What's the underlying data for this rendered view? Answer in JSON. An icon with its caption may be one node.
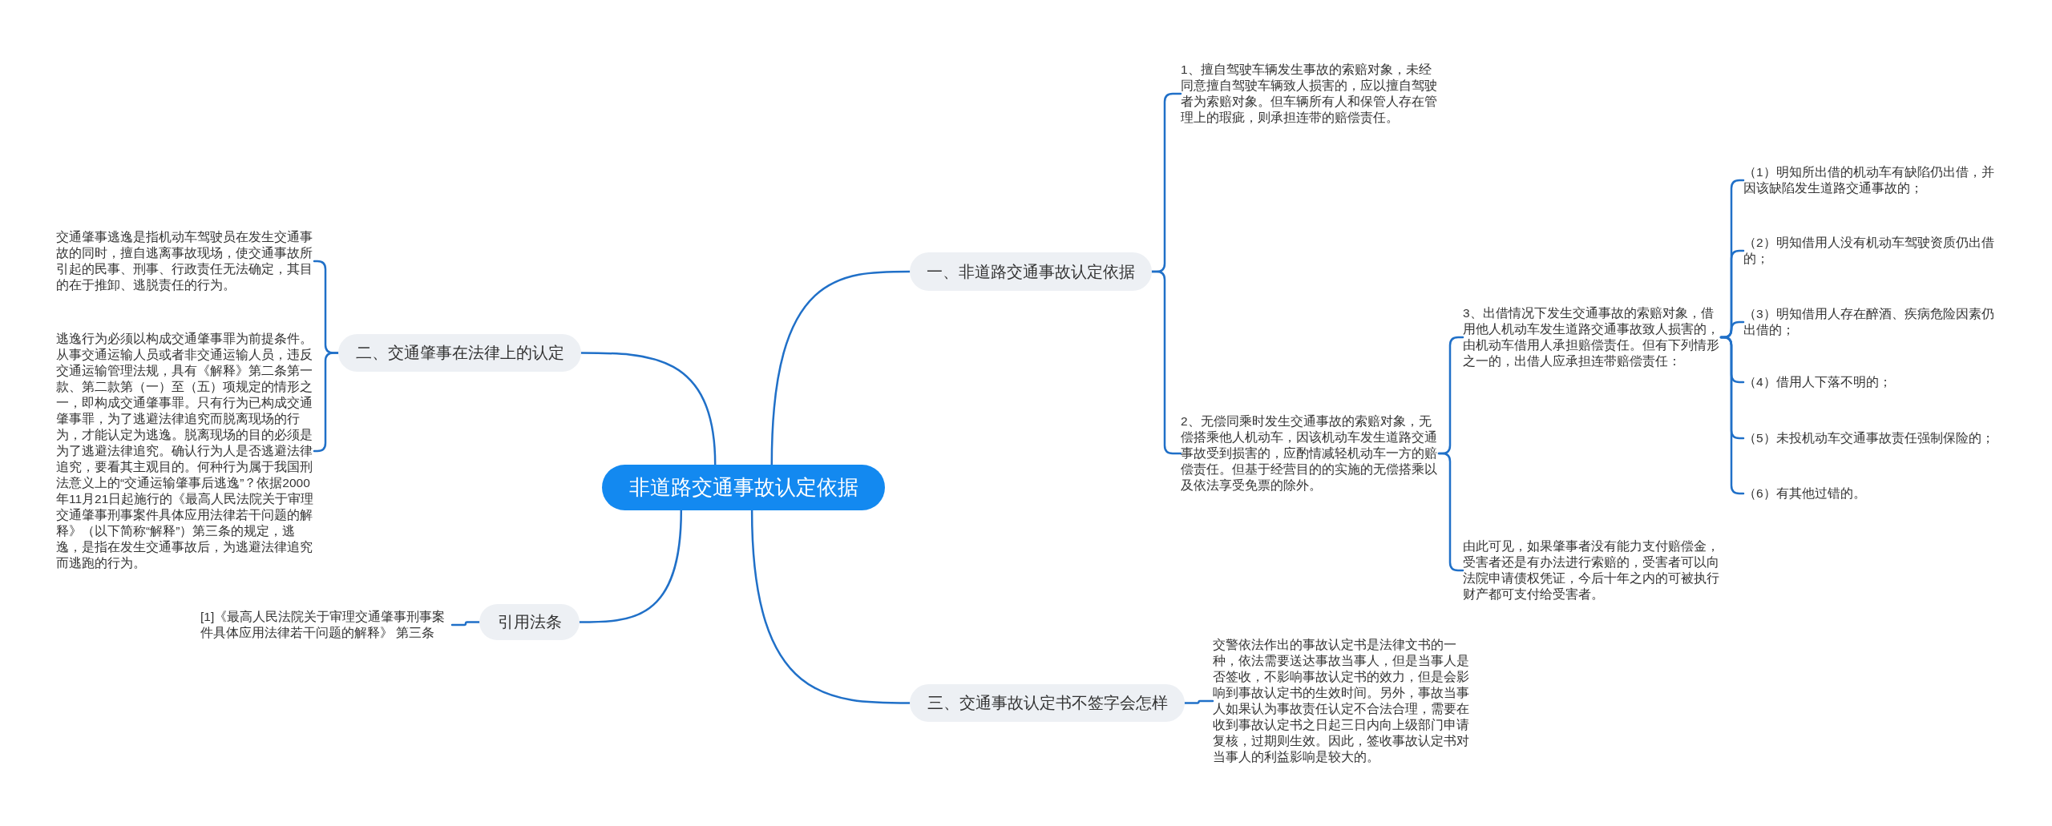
{
  "diagram": {
    "nodes": [
      {
        "text": [
          "非道路交通事故认定依据"
        ]
      },
      {
        "text": [
          "一、非道路交通事故认定依据"
        ]
      },
      {
        "text": [
          "1、擅自驾驶车辆发生事故的索赔对象，未经同意擅自驾驶车辆致人损害的，应以擅自驾驶者为索赔对象。但车辆所有人和保管人存在管理上的瑕疵，则承担连带的赔偿责任。"
        ]
      },
      {
        "text": [
          "2、无偿同乘时发生交通事故的索赔对象，无偿搭乘他人机动车，因该机动车发生道路交通事故受到损害的，应酌情减轻机动车一方的赔偿责任。但基于经营目的的实施的无偿搭乘以及依法享受免票的除外。"
        ]
      },
      {
        "text": [
          "3、出借情况下发生交通事故的索赔对象，借用他人机动车发生道路交通事故致人损害的，由机动车借用人承担赔偿责任。但有下列情形之一的，出借人应承担连带赔偿责任："
        ]
      },
      {
        "text": [
          "（1）明知所出借的机动车有缺陷仍出借，并因该缺陷发生道路交通事故的；"
        ]
      },
      {
        "text": [
          "（2）明知借用人没有机动车驾驶资质仍出借的；"
        ]
      },
      {
        "text": [
          "（3）明知借用人存在醉酒、疾病危险因素仍出借的；"
        ]
      },
      {
        "text": [
          "（4）借用人下落不明的；"
        ]
      },
      {
        "text": [
          "（5）未投机动车交通事故责任强制保险的；"
        ]
      },
      {
        "text": [
          "（6）有其他过错的。"
        ]
      },
      {
        "text": [
          "由此可见，如果肇事者没有能力支付赔偿金，受害者还是有办法进行索赔的，受害者可以向法院申请债权凭证，今后十年之内的可被执行财产都可支付给受害者。"
        ]
      },
      {
        "text": [
          "二、交通肇事在法律上的认定"
        ]
      },
      {
        "text": [
          "交通肇事逃逸是指机动车驾驶员在发生交通事故的同时，擅自逃离事故现场，使交通事故所引起的民事、刑事、行政责任无法确定，其目的在于推卸、逃脱责任的行为。"
        ]
      },
      {
        "text": [
          "逃逸行为必须以构成交通肇事罪为前提条件。从事交通运输人员或者非交通运输人员，违反交通运输管理法规，具有《解释》第二条第一款、第二款第（一）至（五）项规定的情形之一，即构成交通肇事罪。只有行为已构成交通肇事罪，为了逃避法律追究而脱离现场的行为，才能认定为逃逸。脱离现场的目的必须是为了逃避法律追究。确认行为人是否逃避法律追究，要看其主观目的。何种行为属于我国刑法意义上的“交通运输肇事后逃逸”？依据2000年11月21日起施行的《最高人民法院关于审理交通肇事刑事案件具体应用法律若干问题的解释》（以下简称“解释”）第三条的规定，逃逸，是指在发生交通事故后，为逃避法律追究而逃跑的行为。"
        ]
      },
      {
        "text": [
          "引用法条"
        ]
      },
      {
        "text": [
          "[1]《最高人民法院关于审理交通肇事刑事案件具体应用法律若干问题的解释》 第三条"
        ]
      },
      {
        "text": [
          "三、交通事故认定书不签字会怎样"
        ]
      },
      {
        "text": [
          "交警依法作出的事故认定书是法律文书的一种，依法需要送达事故当事人，但是当事人是否签收，不影响事故认定书的效力，但是会影响到事故认定书的生效时间。另外，事故当事人如果认为事故责任认定不合法合理，需要在收到事故认定书之日起三日内向上级部门申请复核，过期则生效。因此，签收事故认定书对当事人的利益影响是较大的。"
        ]
      }
    ],
    "edges": [
      {
        "from": 0,
        "to": 1,
        "arrow": "none"
      },
      {
        "from": 1,
        "to": 2,
        "arrow": "none"
      },
      {
        "from": 1,
        "to": 3,
        "arrow": "none"
      },
      {
        "from": 3,
        "to": 4,
        "arrow": "none"
      },
      {
        "from": 4,
        "to": 5,
        "arrow": "none"
      },
      {
        "from": 4,
        "to": 6,
        "arrow": "none"
      },
      {
        "from": 4,
        "to": 7,
        "arrow": "none"
      },
      {
        "from": 4,
        "to": 8,
        "arrow": "none"
      },
      {
        "from": 4,
        "to": 9,
        "arrow": "none"
      },
      {
        "from": 4,
        "to": 10,
        "arrow": "none"
      },
      {
        "from": 3,
        "to": 11,
        "arrow": "none"
      },
      {
        "from": 0,
        "to": 12,
        "arrow": "none"
      },
      {
        "from": 12,
        "to": 13,
        "arrow": "none"
      },
      {
        "from": 12,
        "to": 14,
        "arrow": "none"
      },
      {
        "from": 0,
        "to": 15,
        "arrow": "none"
      },
      {
        "from": 15,
        "to": 16,
        "arrow": "none"
      },
      {
        "from": 0,
        "to": 17,
        "arrow": "none"
      },
      {
        "from": 17,
        "to": 18,
        "arrow": "none"
      }
    ]
  }
}
